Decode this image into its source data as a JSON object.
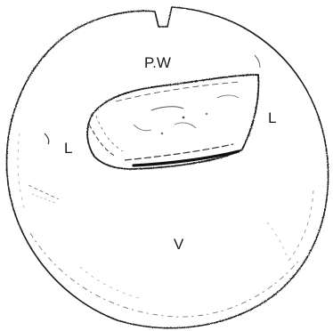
{
  "figure": {
    "labels": {
      "top": "P.W",
      "left": "L",
      "right": "L",
      "bottom": "V"
    },
    "colors": {
      "ink": "#1a1a1a",
      "background": "#ffffff"
    }
  }
}
